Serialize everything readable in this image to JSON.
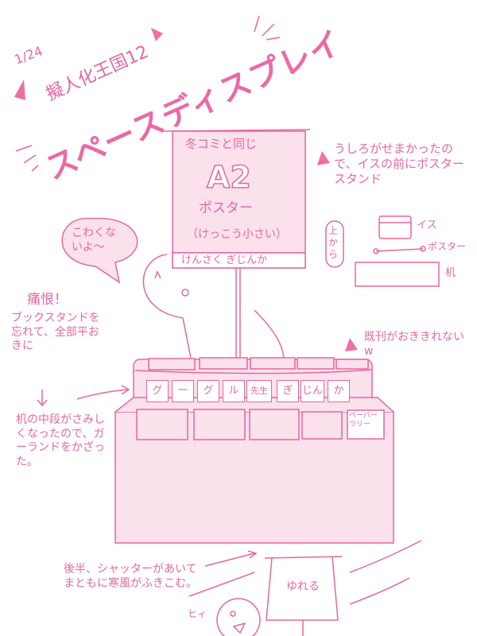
{
  "header": {
    "date": "1/24",
    "event": "擬人化王国12",
    "title": "スペースディスプレイ"
  },
  "poster": {
    "line1": "冬コミと同じ",
    "size": "A2",
    "line2": "ポスター",
    "note": "（けっこう小さい）",
    "footer": "けんさく ぎじんか"
  },
  "speech_bubble": "こわくないよ〜",
  "notes": {
    "regret_title": "痛恨！",
    "regret_body": "ブックスタンドを忘れて、全部平おきに",
    "garland_note": "机の中段がさみしくなったので、ガーランドをかざった。",
    "back_note": "うしろがせまかったので、イスの前にポスタースタンド",
    "backlist_note": "既刊がおききれないw",
    "wind_note": "後半、シャッターがあいてまともに寒風がふきこむ。"
  },
  "top_view": {
    "label": "上から",
    "chair": "イス",
    "poster": "ポスター",
    "desk": "机"
  },
  "garland": [
    "グ",
    "ー",
    "グ",
    "ル",
    "先生",
    "ぎ",
    "じん",
    "か"
  ],
  "paper_rally": "ペーパーラリー",
  "bottom": {
    "poster_label": "ゆれる",
    "scream": "ヒィ"
  },
  "colors": {
    "line": "#e5679f",
    "fill": "#fbe1ec",
    "accent": "#ee6fa6"
  }
}
